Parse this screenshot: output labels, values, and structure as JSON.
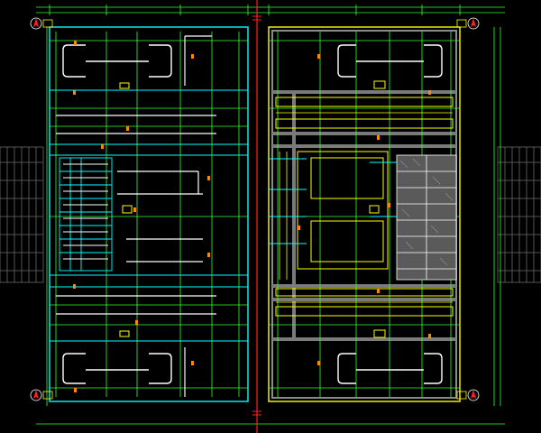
{
  "drawing": {
    "background": "#000000",
    "colors": {
      "outline": "#00ffff",
      "grid": "#33ff33",
      "wall": "#ffffff",
      "yellow": "#ffff00",
      "axis": "#ff2020",
      "gray": "#8a8a8a",
      "orange": "#ff8800"
    },
    "left_half": {
      "name": "left-tank-plan",
      "style": "outline"
    },
    "right_half": {
      "name": "right-tank-plan",
      "style": "section"
    },
    "corner_marks": [
      "north-arrow-icon",
      "north-arrow-icon",
      "north-arrow-icon",
      "north-arrow-icon"
    ],
    "side_ghosts": [
      "external-building-left",
      "external-building-right"
    ]
  }
}
